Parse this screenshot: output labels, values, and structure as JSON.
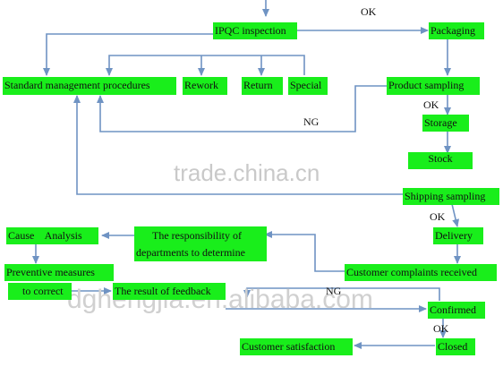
{
  "nodes": {
    "ipqc": "IPQC inspection",
    "packaging": "Packaging",
    "standard": "Standard management procedures",
    "rework": "Rework",
    "return": "Return",
    "special": "Special",
    "product_sampling": "Product sampling",
    "storage": "Storage",
    "stock": "Stock",
    "shipping_sampling": "Shipping sampling",
    "delivery": "Delivery",
    "cause_analysis": "Cause    Analysis",
    "responsibility_line1": "The responsibility of",
    "responsibility_line2": "departments to determine",
    "preventive_line1": "Preventive measures",
    "preventive_line2": "to correct",
    "result_feedback": "The result of feedback",
    "customer_complaints": "Customer complaints received",
    "confirmed": "Confirmed",
    "closed": "Closed",
    "customer_satisfaction": "Customer satisfaction"
  },
  "edge_labels": {
    "ok_top": "OK",
    "ok_storage": "OK",
    "ok_delivery": "OK",
    "ok_closed": "OK",
    "ng_upper": "NG",
    "ng_lower": "NG"
  },
  "watermarks": {
    "center": "trade.china.cn",
    "bottom": "dghengjia.en.alibaba.com"
  },
  "colors": {
    "box_fill": "#19ee1b",
    "arrow": "#6f93c3",
    "watermark": "#c9c9c9"
  }
}
